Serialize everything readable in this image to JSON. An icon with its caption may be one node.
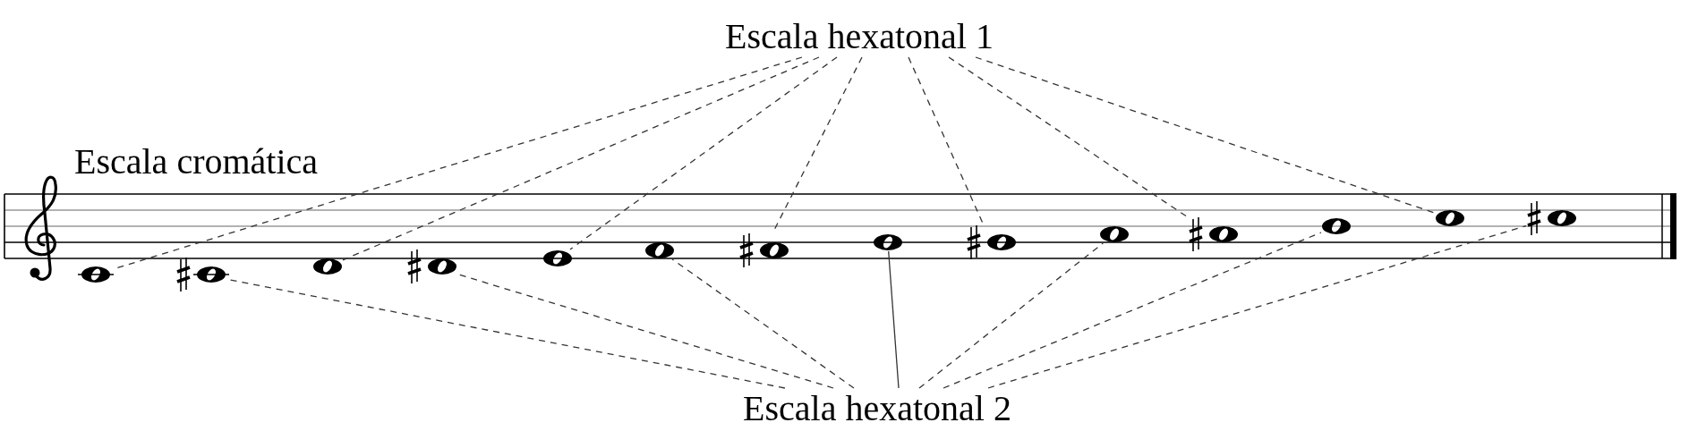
{
  "diagram": {
    "nodes": [
      {
        "text": [
          "Escala hexatonal 1"
        ]
      },
      {
        "text": [],
        "shape": "circle"
      },
      {
        "text": [],
        "shape": "picture"
      },
      {
        "text": [],
        "shape": "circle"
      },
      {
        "text": [],
        "shape": "picture"
      },
      {
        "text": [],
        "shape": "circle"
      },
      {
        "text": [],
        "shape": "circle"
      },
      {
        "text": [],
        "shape": "picture"
      },
      {
        "text": [],
        "shape": "circle"
      },
      {
        "text": [],
        "shape": "picture"
      },
      {
        "text": [],
        "shape": "circle"
      },
      {
        "text": [],
        "shape": "picture"
      },
      {
        "text": [],
        "shape": "circle"
      },
      {
        "text": [],
        "shape": "circle"
      },
      {
        "text": [],
        "shape": "picture"
      },
      {
        "text": [
          "Escala hexatonal 2"
        ]
      }
    ],
    "edges": [
      {
        "from": 0,
        "to": 1,
        "arrow": "none",
        "style": "dashed"
      },
      {
        "from": 0,
        "to": 3,
        "arrow": "none",
        "style": "dashed"
      },
      {
        "from": 0,
        "to": 5,
        "arrow": "none",
        "style": "dashed"
      },
      {
        "from": 0,
        "to": 7,
        "arrow": "none",
        "style": "dashed"
      },
      {
        "from": 0,
        "to": 9,
        "arrow": "none",
        "style": "dashed"
      },
      {
        "from": 0,
        "to": 11,
        "arrow": "none",
        "style": "dashed"
      },
      {
        "from": 0,
        "to": 13,
        "arrow": "none",
        "style": "dashed"
      },
      {
        "from": 15,
        "to": 2,
        "arrow": "none",
        "style": "dashed"
      },
      {
        "from": 15,
        "to": 4,
        "arrow": "none",
        "style": "dashed"
      },
      {
        "from": 15,
        "to": 6,
        "arrow": "none",
        "style": "dashed"
      },
      {
        "from": 15,
        "to": 8,
        "arrow": "none"
      },
      {
        "from": 15,
        "to": 10,
        "arrow": "none",
        "style": "dashed"
      },
      {
        "from": 15,
        "to": 12,
        "arrow": "none",
        "style": "dashed"
      },
      {
        "from": 15,
        "to": 14,
        "arrow": "none",
        "style": "dashed"
      }
    ],
    "labels": [
      "Escala cromática"
    ]
  }
}
